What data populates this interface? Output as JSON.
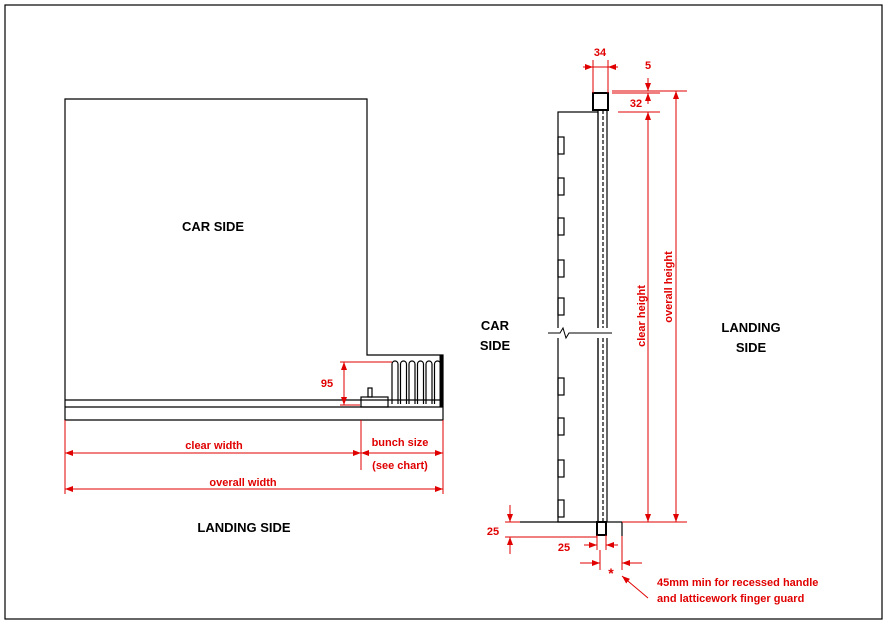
{
  "plan_view": {
    "car_side": "CAR SIDE",
    "landing_side": "LANDING SIDE",
    "dim_95": "95",
    "clear_width": "clear width",
    "bunch_size": "bunch size",
    "see_chart": "(see chart)",
    "overall_width": "overall width"
  },
  "section_view": {
    "car_side_1": "CAR",
    "car_side_2": "SIDE",
    "landing_side_1": "LANDING",
    "landing_side_2": "SIDE",
    "dim_34": "34",
    "dim_5": "5",
    "dim_32": "32",
    "clear_height": "clear height",
    "overall_height": "overall height",
    "dim_25_vertical": "25",
    "dim_25_horizontal": "25",
    "asterisk": "*",
    "note_line1": "45mm min for recessed handle",
    "note_line2": "and latticework finger guard"
  },
  "colors": {
    "dimension": "#e00000",
    "outline": "#000000"
  }
}
